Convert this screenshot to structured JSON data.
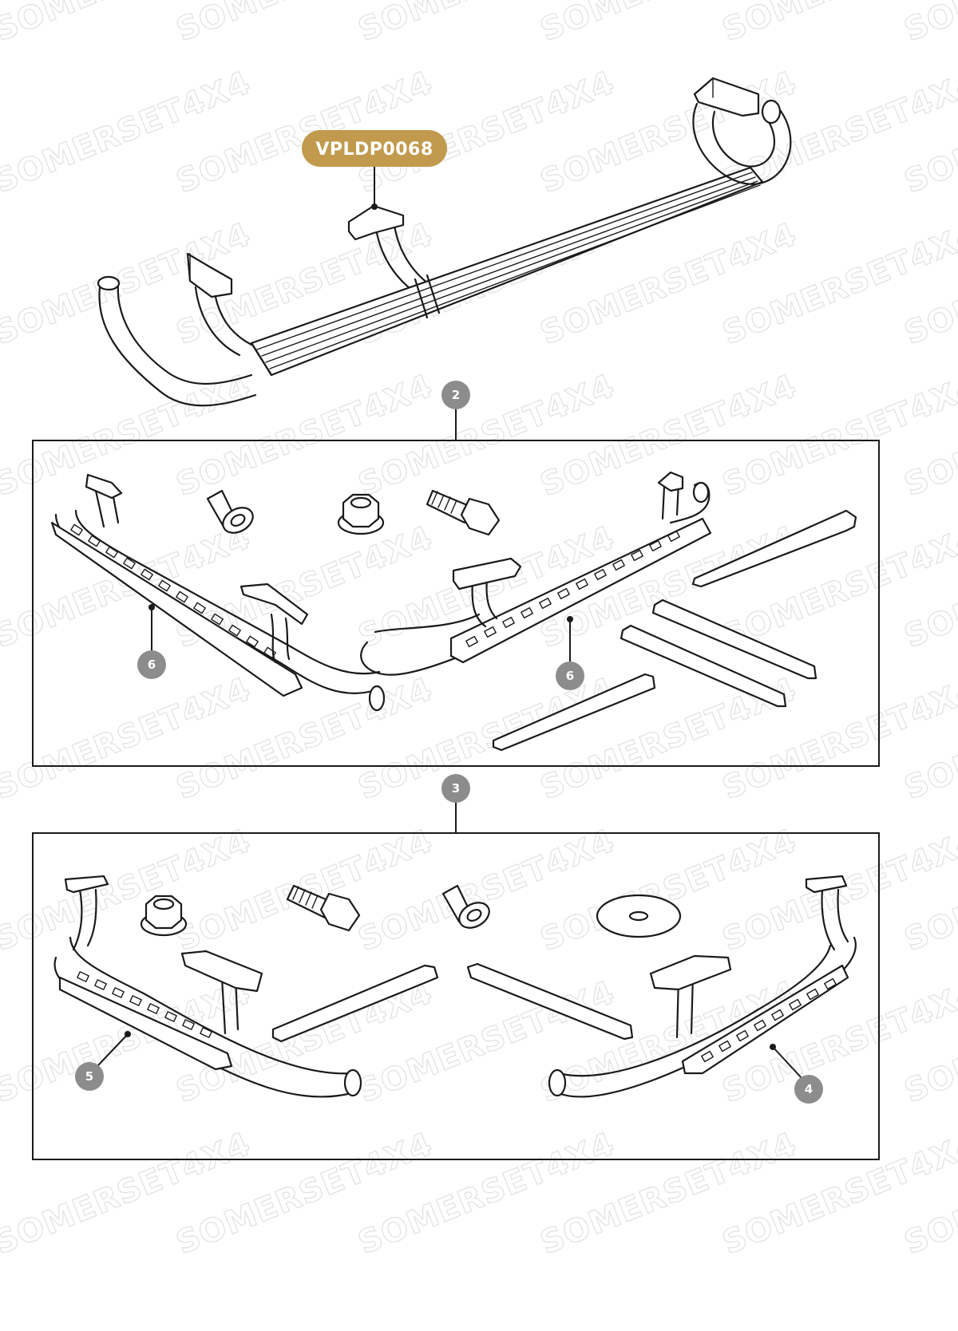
{
  "watermark": {
    "text": "SOMERSET4X4",
    "color": "#e3e3e3"
  },
  "part_label": {
    "text": "VPLDP0068",
    "color": "#c19a4d"
  },
  "callouts": {
    "group_top_box": "2",
    "group_bottom_box": "3",
    "step_top_left": "6",
    "step_top_right": "6",
    "step_bottom_left": "5",
    "step_bottom_right": "4"
  }
}
